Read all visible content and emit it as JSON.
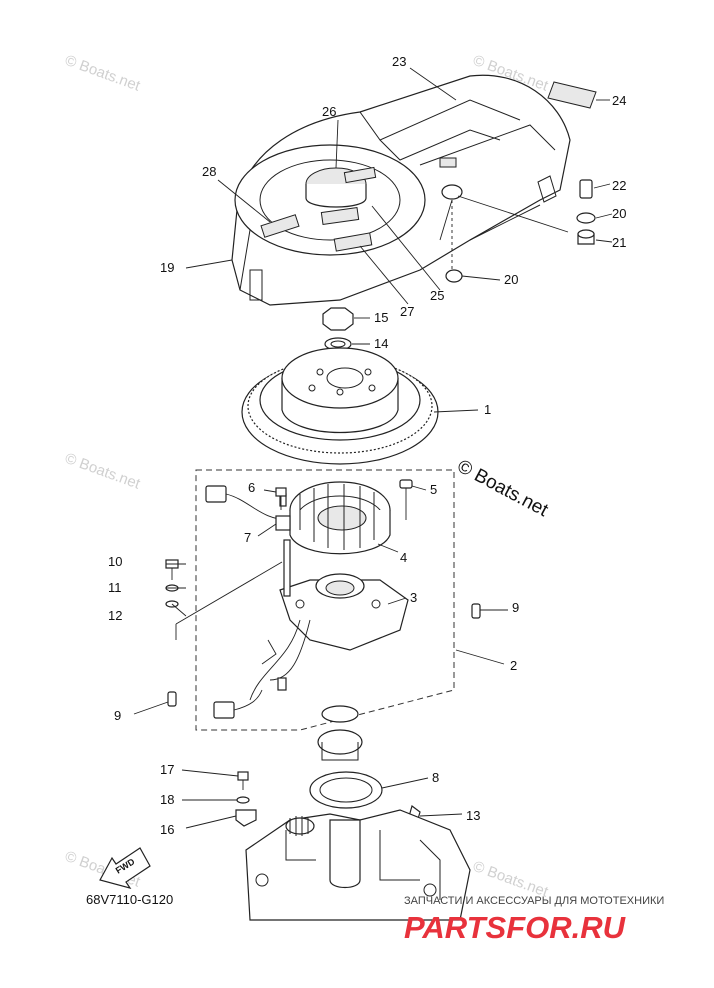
{
  "diagram_code": "68V7110-G120",
  "copyright_watermark": "© Boats.net",
  "watermark_text": "© Boats.net",
  "ad_tagline": "ЗАПЧАСТИ И АКСЕССУАРЫ ДЛЯ МОТОТЕХНИКИ",
  "ad_brand": "PARTSFOR.RU",
  "fwd_label": "FWD",
  "callouts": {
    "c1": "1",
    "c2": "2",
    "c3": "3",
    "c4": "4",
    "c5": "5",
    "c6": "6",
    "c7": "7",
    "c8": "8",
    "c9a": "9",
    "c9b": "9",
    "c10": "10",
    "c11": "11",
    "c12": "12",
    "c13": "13",
    "c14": "14",
    "c15": "15",
    "c16": "16",
    "c17": "17",
    "c18": "18",
    "c19": "19",
    "c20a": "20",
    "c20b": "20",
    "c21": "21",
    "c22": "22",
    "c23": "23",
    "c24": "24",
    "c25": "25",
    "c26": "26",
    "c27": "27",
    "c28": "28"
  },
  "colors": {
    "line": "#222222",
    "ad_red": "#e8323c",
    "watermark": "#d0d0d0"
  }
}
